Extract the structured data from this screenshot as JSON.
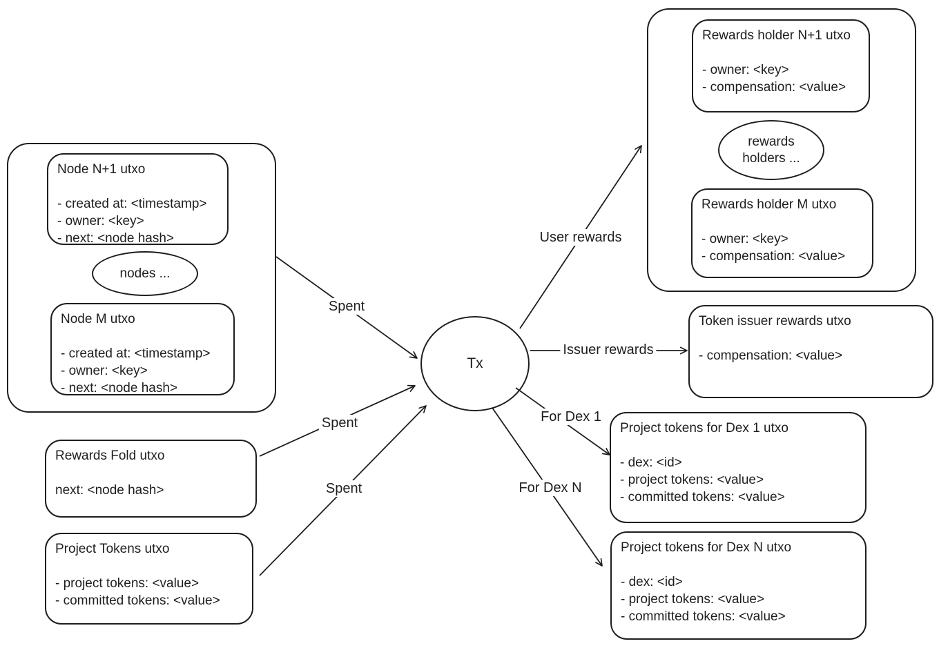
{
  "canvas": {
    "background": "#ffffff",
    "stroke_color": "#1e1e1e"
  },
  "tx": {
    "label": "Tx"
  },
  "groups": {
    "nodes": {
      "node_n1": {
        "title": "Node N+1 utxo",
        "fields": [
          "- created at: <timestamp>",
          "- owner: <key>",
          "- next: <node hash>"
        ]
      },
      "ellipsis": {
        "label": "nodes ..."
      },
      "node_m": {
        "title": "Node M utxo",
        "fields": [
          "- created at: <timestamp>",
          "- owner: <key>",
          "- next: <node hash>"
        ]
      }
    },
    "rewards_holders": {
      "holder_n1": {
        "title": "Rewards holder N+1 utxo",
        "fields": [
          "- owner: <key>",
          "- compensation: <value>"
        ]
      },
      "ellipsis": {
        "line1": "rewards",
        "line2": "holders ..."
      },
      "holder_m": {
        "title": "Rewards holder M utxo",
        "fields": [
          "- owner: <key>",
          "- compensation: <value>"
        ]
      }
    }
  },
  "boxes": {
    "rewards_fold": {
      "title": "Rewards Fold utxo",
      "fields": [
        "next: <node hash>"
      ]
    },
    "project_tokens": {
      "title": "Project Tokens utxo",
      "fields": [
        "- project tokens: <value>",
        "- committed tokens: <value>"
      ]
    },
    "token_issuer": {
      "title": "Token issuer rewards utxo",
      "fields": [
        "- compensation: <value>"
      ]
    },
    "dex_1": {
      "title": "Project tokens for Dex 1 utxo",
      "fields": [
        "- dex: <id>",
        "- project tokens: <value>",
        "- committed tokens: <value>"
      ]
    },
    "dex_n": {
      "title": "Project tokens for Dex N utxo",
      "fields": [
        "- dex: <id>",
        "- project tokens: <value>",
        "- committed tokens: <value>"
      ]
    }
  },
  "edge_labels": {
    "spent_nodes": "Spent",
    "spent_fold": "Spent",
    "spent_project": "Spent",
    "user_rewards": "User rewards",
    "issuer_rewards": "Issuer rewards",
    "for_dex_1": "For Dex 1",
    "for_dex_n": "For Dex N"
  }
}
